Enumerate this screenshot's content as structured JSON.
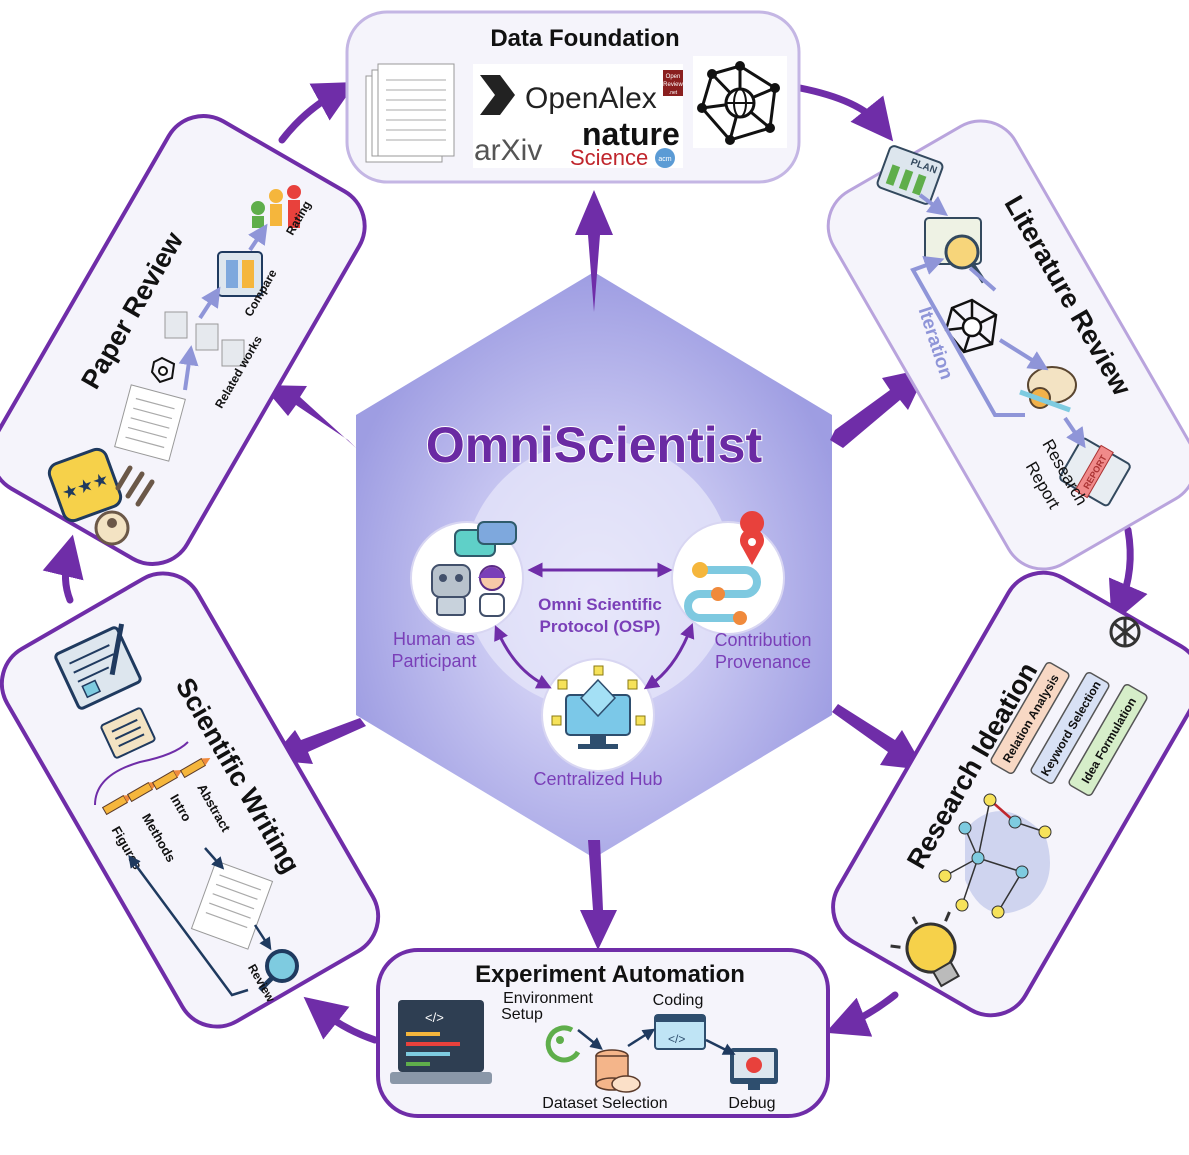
{
  "center": {
    "title": "OmniScientist",
    "protocol_line1": "Omni Scientific",
    "protocol_line2": "Protocol (OSP)",
    "human_line1": "Human as",
    "human_line2": "Participant",
    "contribution_line1": "Contribution",
    "contribution_line2": "Provenance",
    "hub": "Centralized Hub"
  },
  "data_foundation": {
    "title": "Data Foundation",
    "logos": [
      "OpenAlex",
      "arXiv",
      "nature",
      "Science"
    ],
    "openreview_l1": "Open",
    "openreview_l2": "Review",
    "openreview_l3": ".net",
    "acm": "acm"
  },
  "literature_review": {
    "title": "Literature Review",
    "iteration": "Iteration",
    "plan": "PLAN",
    "report_badge": "REPORT",
    "report_line1": "Research",
    "report_line2": "Report"
  },
  "research_ideation": {
    "title": "Research Ideation",
    "steps": [
      "Relation Analysis",
      "Keyword Selection",
      "Idea Formulation"
    ]
  },
  "experiment_automation": {
    "title": "Experiment Automation",
    "env_line1": "Environment",
    "env_line2": "Setup",
    "coding": "Coding",
    "dataset": "Dataset Selection",
    "debug": "Debug"
  },
  "scientific_writing": {
    "title": "Scientific Writing",
    "sections": [
      "Abstract",
      "Intro",
      "Methods",
      "Figures"
    ],
    "review": "Review"
  },
  "paper_review": {
    "title": "Paper Review",
    "steps": [
      "Rating",
      "Compare",
      "Related works"
    ]
  },
  "colors": {
    "accent": "#6f2da8",
    "hexagon": "#a9a9e6",
    "panel_fill": "#f3f1fb",
    "panel_border": "#6f2da8"
  }
}
